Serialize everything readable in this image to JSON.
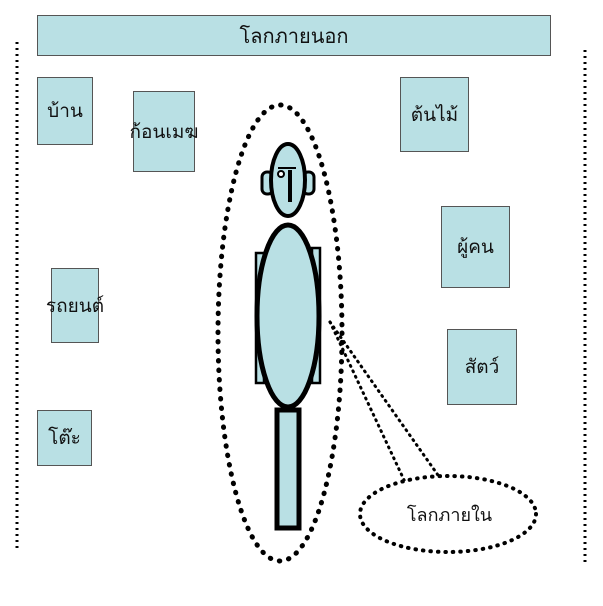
{
  "diagram": {
    "outer_world_title": "โลกภายนอก",
    "inner_world_label": "โลกภายใน",
    "objects": {
      "house": "บ้าน",
      "cloud": "ก้อนเมฆ",
      "tree": "ต้นไม้",
      "people": "ผู้คน",
      "car": "รถยนต์",
      "animal": "สัตว์",
      "table": "โต๊ะ"
    },
    "colors": {
      "box_fill": "#b9e0e4",
      "outline": "#000000"
    }
  }
}
